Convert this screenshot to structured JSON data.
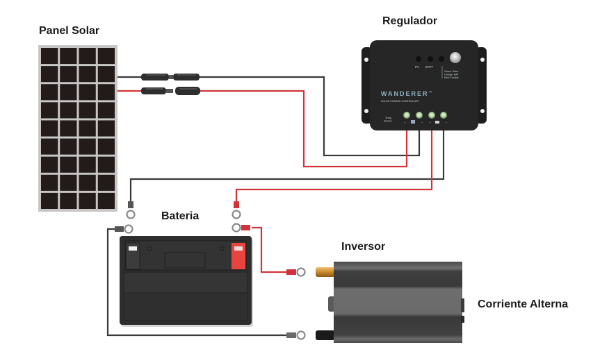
{
  "diagram": {
    "title": "Solar power system wiring",
    "components": {
      "panel": {
        "label": "Panel Solar",
        "cell_columns": 4,
        "cell_rows": 9
      },
      "regulator": {
        "label": "Regulador",
        "brand": "WANDERER",
        "trademark": "™",
        "subtitle": "SOLAR CHARGE CONTROLLER",
        "indicators": [
          "PV",
          "BATT"
        ],
        "status_legend": [
          "Green: Solar",
          "Orange: BAT",
          "Red: Trouble"
        ],
        "temp_sensor_label": [
          "Temp.",
          "Sensor"
        ],
        "terminals": [
          "PV +",
          "PV −",
          "BATT +",
          "BATT −"
        ],
        "terminal_signs": [
          "+",
          "−",
          "+",
          "−"
        ]
      },
      "battery": {
        "label": "Bateria"
      },
      "inverter": {
        "label": "Inversor"
      },
      "ac_output": {
        "label": "Corriente Alterna"
      }
    },
    "wires": [
      {
        "name": "panel-negative-to-regulator",
        "color": "#3a3a3a",
        "from": "Panel Solar",
        "to": "Regulador PV −"
      },
      {
        "name": "panel-positive-to-regulator",
        "color": "#d0343a",
        "from": "Panel Solar",
        "to": "Regulador PV +"
      },
      {
        "name": "regulator-negative-to-battery",
        "color": "#3a3a3a",
        "from": "Regulador BATT −",
        "to": "Bateria −"
      },
      {
        "name": "regulator-positive-to-battery",
        "color": "#d0343a",
        "from": "Regulador BATT +",
        "to": "Bateria +"
      },
      {
        "name": "battery-positive-to-inverter",
        "color": "#d0343a",
        "from": "Bateria +",
        "to": "Inversor +"
      },
      {
        "name": "battery-negative-to-inverter",
        "color": "#3a3a3a",
        "from": "Bateria −",
        "to": "Inversor −"
      }
    ],
    "colors": {
      "positive_wire": "#d0343a",
      "negative_wire": "#3a3a3a",
      "panel_cell": "#231a1a",
      "panel_frame": "#c9c6c6",
      "device_body": "#262626",
      "terminal_led": "#b9d9a8",
      "battery_positive_terminal": "#e8443f",
      "inverter_positive_terminal": "#c98a2a"
    }
  }
}
